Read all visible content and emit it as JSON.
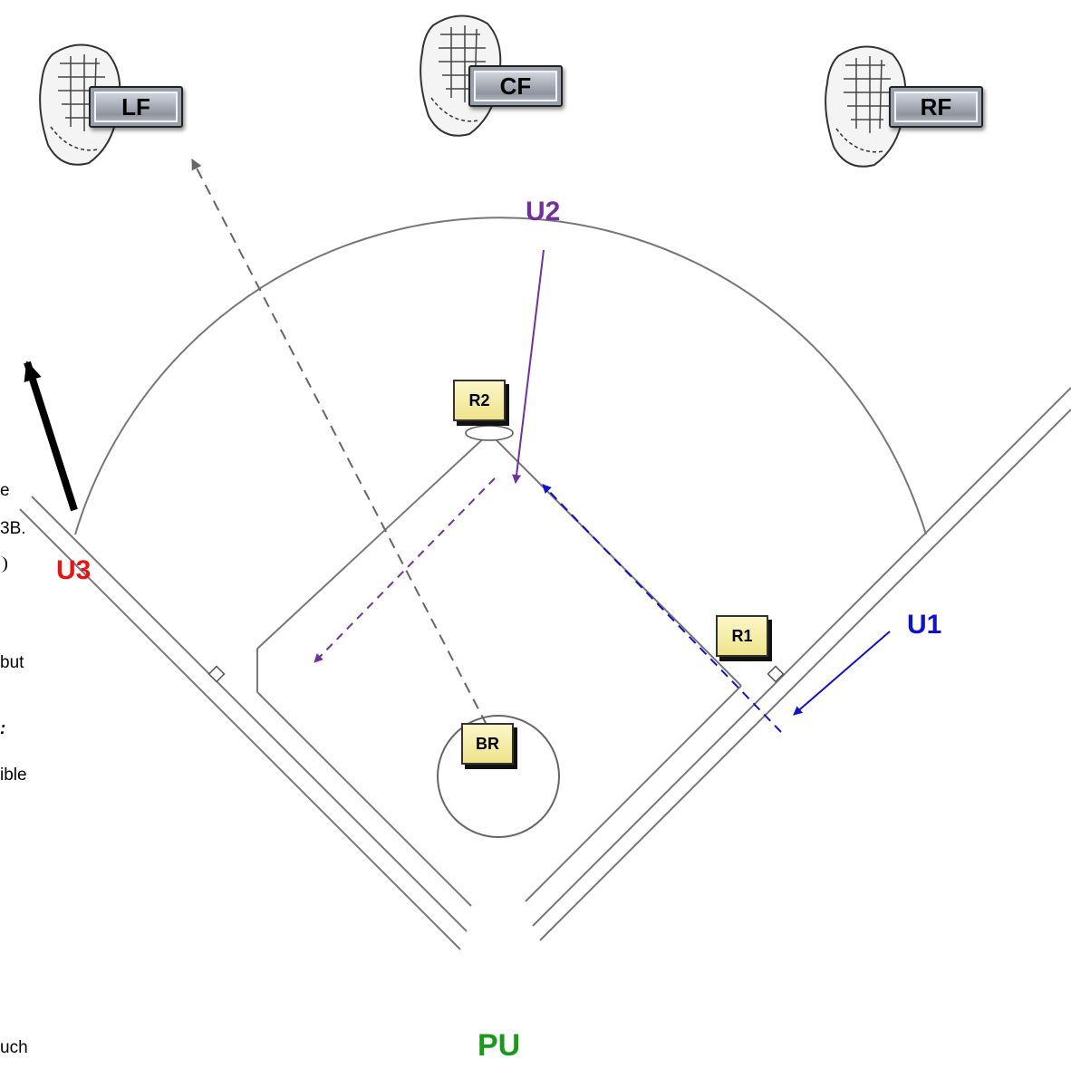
{
  "fielders": {
    "lf": "LF",
    "cf": "CF",
    "rf": "RF"
  },
  "umpires": {
    "u1": "U1",
    "u2": "U2",
    "u3": "U3",
    "pu": "PU"
  },
  "runners": {
    "r1": "R1",
    "r2": "R2",
    "br": "BR"
  },
  "text_fragments": [
    "e",
    "3B.",
    "but",
    "ible",
    "uch"
  ],
  "colors": {
    "u1": "#1010d0",
    "u2": "#7030a0",
    "u3": "#ee1111",
    "pu": "#1a9a1a",
    "ball_path": "#666666",
    "runner_fill": "#f4ecaa"
  },
  "icons": {
    "glove": "baseball-glove-icon",
    "arrow": "direction-arrow-icon"
  }
}
